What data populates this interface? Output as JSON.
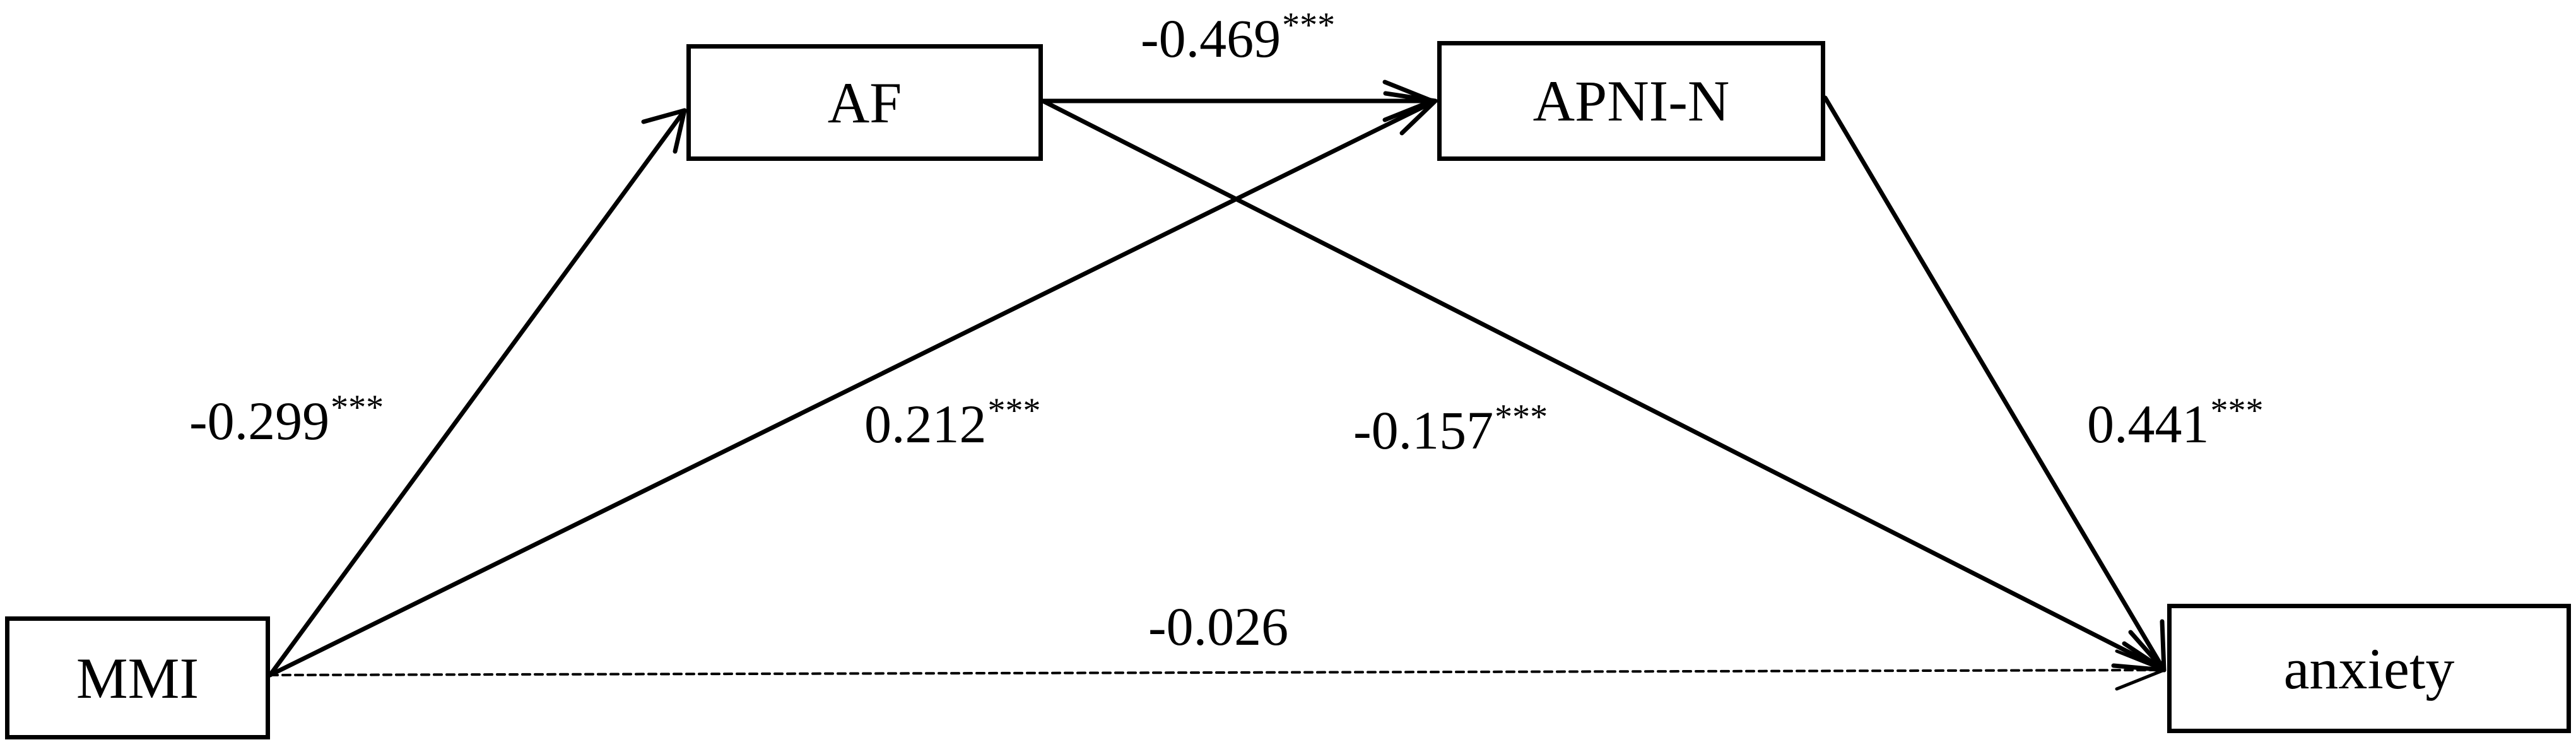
{
  "nodes": {
    "mmi": "MMI",
    "af": "AF",
    "apni": "APNI-N",
    "anxiety": "anxiety"
  },
  "paths": {
    "af_to_apni": {
      "coef": "-0.469",
      "sig": "***"
    },
    "mmi_to_af": {
      "coef": "-0.299",
      "sig": "***"
    },
    "mmi_to_apni": {
      "coef": "0.212",
      "sig": "***"
    },
    "af_to_anxiety": {
      "coef": "-0.157",
      "sig": "***"
    },
    "apni_to_anxiety": {
      "coef": "0.441",
      "sig": "***"
    },
    "mmi_to_anxiety": {
      "coef": "-0.026",
      "sig": ""
    }
  },
  "style": {
    "line_color": "#000000",
    "background": "#ffffff"
  }
}
